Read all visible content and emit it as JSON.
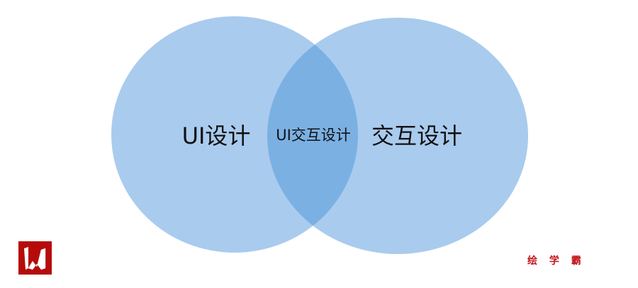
{
  "venn": {
    "left_label": "UI设计",
    "right_label": "交互设计",
    "intersection_label": "UI交互设计",
    "colors": {
      "circle": "#A9CBEE",
      "overlap": "#7BB0E3"
    }
  },
  "logo": {
    "name": "W logo"
  },
  "watermark": {
    "text": "绘 学 霸"
  }
}
